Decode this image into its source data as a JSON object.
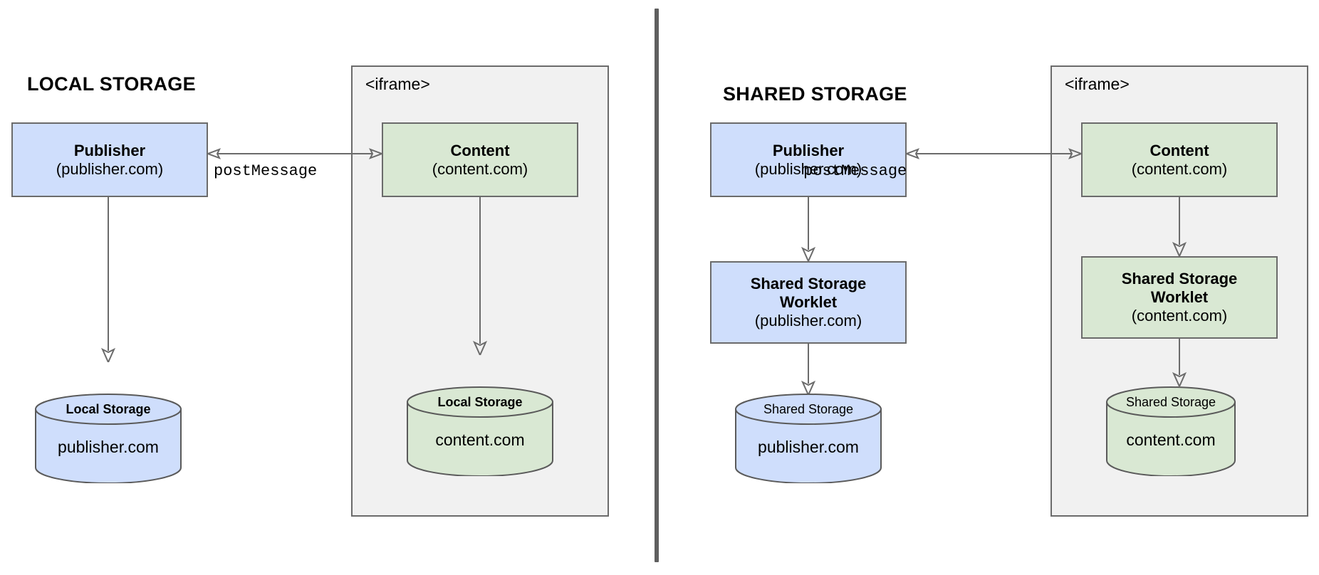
{
  "diagram": {
    "title_left": "LOCAL STORAGE",
    "title_right": "SHARED STORAGE",
    "iframe_label": "<iframe>",
    "message_label": "postMessage",
    "colors": {
      "publisher_fill": "#cfdefc",
      "content_fill": "#d9e8d3",
      "iframe_fill": "#f1f1f1",
      "stroke": "#6b6b6b",
      "divider": "#5f5f5f"
    }
  },
  "left": {
    "publisher": {
      "title": "Publisher",
      "sub": "(publisher.com)"
    },
    "content": {
      "title": "Content",
      "sub": "(content.com)"
    },
    "publisher_store": {
      "cap": "Local Storage",
      "body": "publisher.com"
    },
    "content_store": {
      "cap": "Local Storage",
      "body": "content.com"
    }
  },
  "right": {
    "publisher": {
      "title": "Publisher",
      "sub": "(publisher.com)"
    },
    "content": {
      "title": "Content",
      "sub": "(content.com)"
    },
    "publisher_worklet": {
      "title_line1": "Shared Storage",
      "title_line2": "Worklet",
      "sub": "(publisher.com)"
    },
    "content_worklet": {
      "title_line1": "Shared Storage",
      "title_line2": "Worklet",
      "sub": "(content.com)"
    },
    "publisher_store": {
      "cap": "Shared Storage",
      "body": "publisher.com"
    },
    "content_store": {
      "cap": "Shared Storage",
      "body": "content.com"
    }
  }
}
